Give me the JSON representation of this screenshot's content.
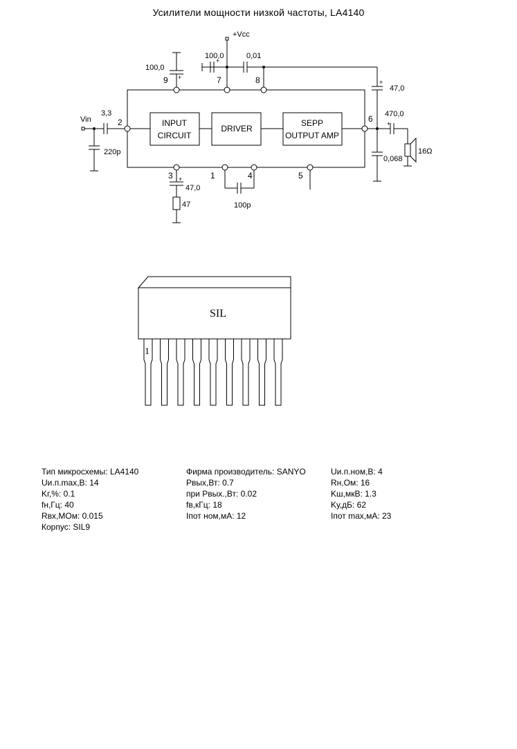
{
  "title": "Усилители мощности низкой частоты, LA4140",
  "schematic": {
    "supply_label": "+Vcc",
    "input_label": "Vin",
    "blocks": {
      "input_circuit": [
        "INPUT",
        "CIRCUIT"
      ],
      "driver": "DRIVER",
      "output_amp": [
        "SEPP",
        "OUTPUT  AMP"
      ]
    },
    "pins": {
      "p1": "1",
      "p2": "2",
      "p3": "3",
      "p4": "4",
      "p5": "5",
      "p6": "6",
      "p7": "7",
      "p8": "8",
      "p9": "9"
    },
    "components": {
      "c_pin9": "100,0",
      "c_pin7": "100,0",
      "c_pin8": "0,01",
      "c_in": "3,3",
      "c_in_shunt": "220p",
      "c_pin3": "47,0",
      "r_pin3": "47",
      "c_pin1_4": "100p",
      "c_pin6_top": "47,0",
      "c_out": "470,0",
      "c_zobel": "0,068",
      "speaker": "16Ω"
    },
    "plus_sign": "+"
  },
  "package": {
    "label": "SIL",
    "pin1_label": "1"
  },
  "specs": {
    "col1": [
      "Тип микросхемы: LA4140",
      "Uи.п.max,В: 14",
      "Kг,%: 0.1",
      "fн,Гц: 40",
      "Rвх,MOм: 0.015",
      "Корпус: SIL9"
    ],
    "col2": [
      "Фирма производитель: SANYO",
      "Pвых,Вт: 0.7",
      "при Pвых.,Вт: 0.02",
      "fв,кГц: 18",
      "Iпот ном,мА: 12"
    ],
    "col3": [
      "Uи.п.ном,В: 4",
      "Rн,Ом: 16",
      "Kш,мкВ: 1.3",
      "Kу,дБ: 62",
      "Iпот max,мА: 23"
    ]
  }
}
